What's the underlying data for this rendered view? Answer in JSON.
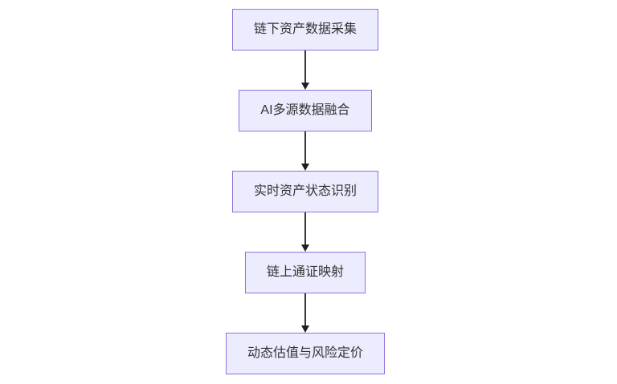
{
  "diagram": {
    "type": "flowchart",
    "direction": "top-down",
    "nodes": [
      {
        "id": "A",
        "label": "链下资产数据采集"
      },
      {
        "id": "B",
        "label": "AI多源数据融合"
      },
      {
        "id": "C",
        "label": "实时资产状态识别"
      },
      {
        "id": "D",
        "label": "链上通证映射"
      },
      {
        "id": "E",
        "label": "动态估值与风险定价"
      }
    ],
    "edges": [
      {
        "from": "链下资产数据采集",
        "to": "AI多源数据融合"
      },
      {
        "from": "AI多源数据融合",
        "to": "实时资产状态识别"
      },
      {
        "from": "实时资产状态识别",
        "to": "链上通证映射"
      },
      {
        "from": "链上通证映射",
        "to": "动态估值与风险定价"
      }
    ],
    "colors": {
      "node_fill": "#ECECFF",
      "node_border": "#9370DB",
      "node_text": "#333333",
      "arrow_line": "#333333",
      "arrow_head": "#1F1F1F",
      "background": "#FFFFFF"
    }
  }
}
